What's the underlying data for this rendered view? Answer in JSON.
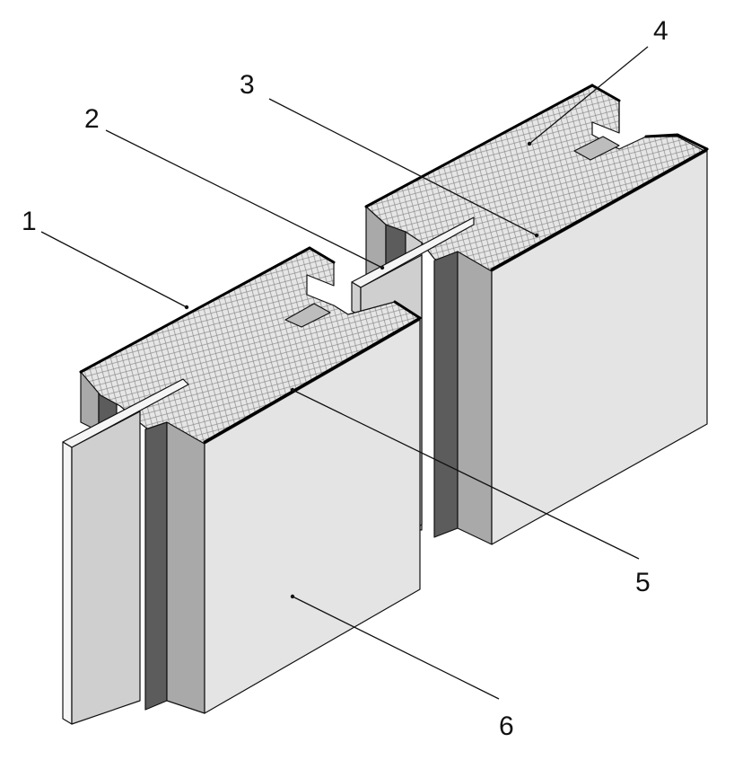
{
  "callouts": [
    "1",
    "2",
    "3",
    "4",
    "5",
    "6"
  ],
  "colors": {
    "face_light": "#e4e4e4",
    "side_mid": "#a9a9a9",
    "side_dark": "#5c5c5c",
    "core_top": "#e6e6e6",
    "core_hatch": "#8a8a8a",
    "tongue": "#bdbdbd",
    "outline": "#111111"
  },
  "icons": [
    "insulated-panel",
    "foam-core-hatch"
  ]
}
